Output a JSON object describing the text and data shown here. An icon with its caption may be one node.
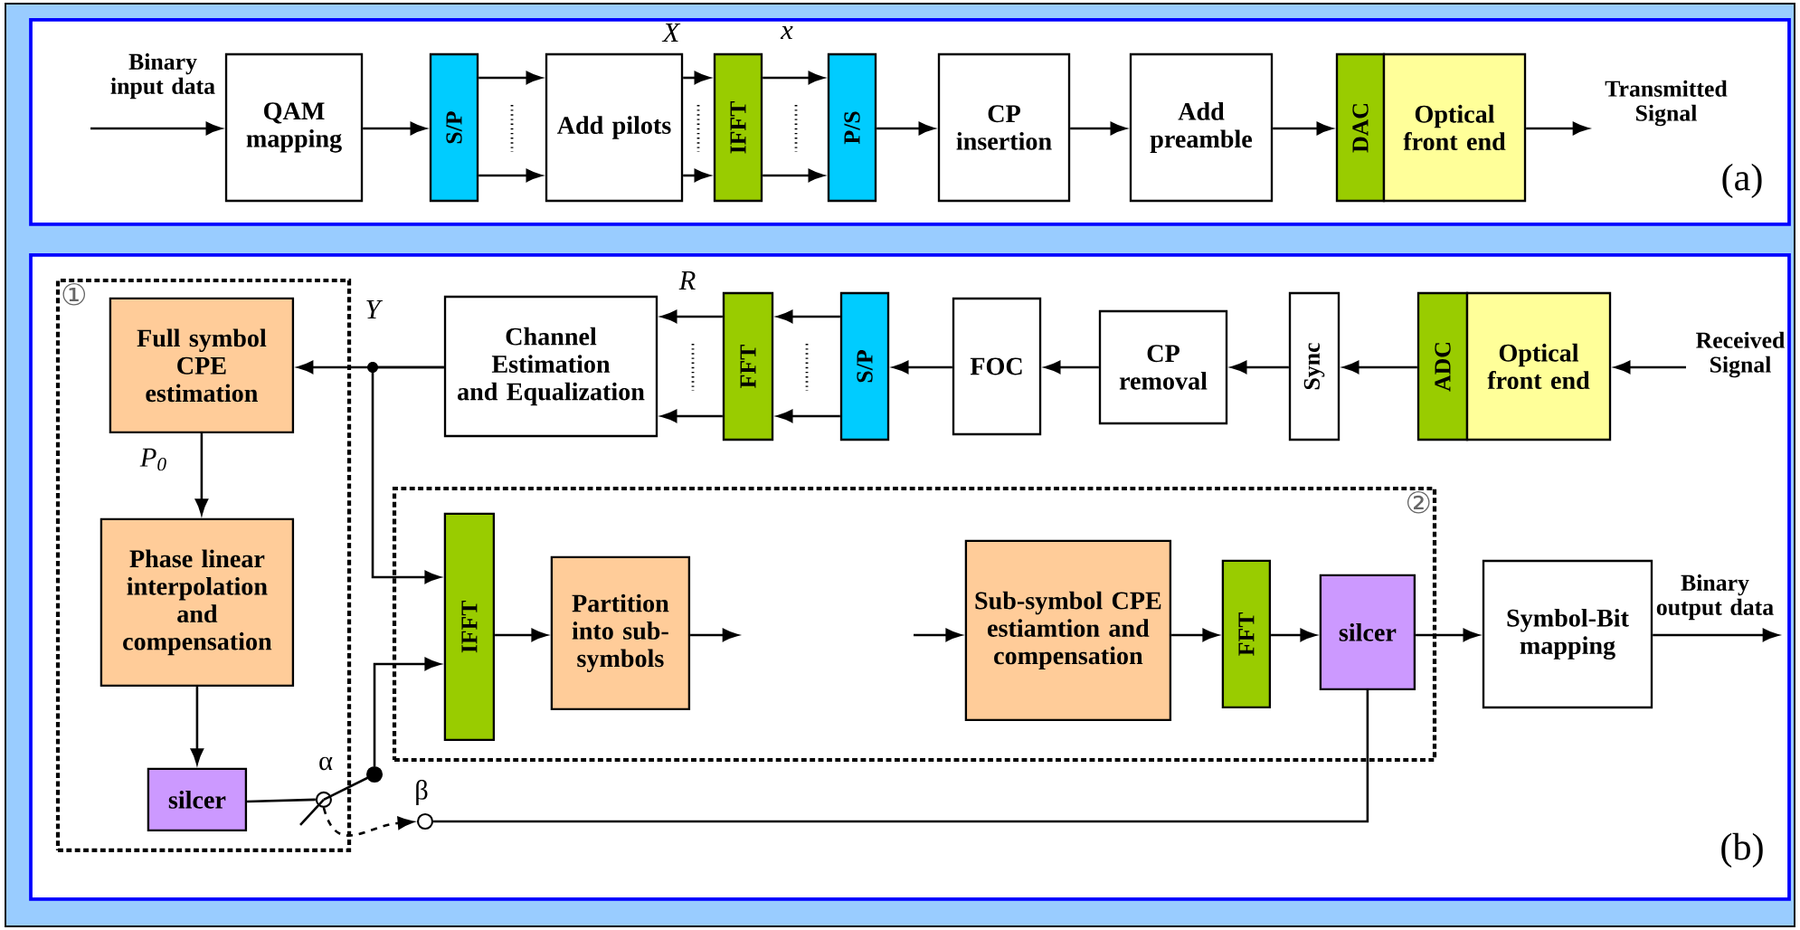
{
  "diagram": {
    "nodes": [
      {
        "text": [
          "QAM mapping"
        ]
      },
      {
        "text": [
          "S/P"
        ]
      },
      {
        "text": [
          "Add pilots"
        ]
      },
      {
        "text": [
          "IFFT"
        ]
      },
      {
        "text": [
          "P/S"
        ]
      },
      {
        "text": [
          "CP insertion"
        ]
      },
      {
        "text": [
          "Add preamble"
        ]
      },
      {
        "text": [
          "DAC"
        ]
      },
      {
        "text": [
          "Optical front end"
        ]
      },
      {
        "text": [
          "①"
        ]
      },
      {
        "text": [
          "Full symbol CPE estimation"
        ],
        "in": 9
      },
      {
        "text": [
          "Phase linear interpolation and compensation"
        ],
        "in": 9
      },
      {
        "text": [
          "silcer"
        ],
        "in": 9
      },
      {
        "text": [
          "Channel Estimation and Equalization"
        ]
      },
      {
        "text": [
          "FFT"
        ]
      },
      {
        "text": [
          "S/P"
        ]
      },
      {
        "text": [
          "FOC"
        ]
      },
      {
        "text": [
          "CP removal"
        ]
      },
      {
        "text": [
          "Sync"
        ]
      },
      {
        "text": [
          "ADC"
        ]
      },
      {
        "text": [
          "Optical front end"
        ]
      },
      {
        "text": [
          "②"
        ]
      },
      {
        "text": [
          "IFFT"
        ],
        "in": 21
      },
      {
        "text": [
          "Partition into sub-symbols"
        ],
        "in": 21
      },
      {
        "text": [
          "Sub-symbol CPE estiamtion and compensation"
        ],
        "in": 21
      },
      {
        "text": [
          "FFT"
        ],
        "in": 21
      },
      {
        "text": [
          "silcer"
        ],
        "in": 21
      },
      {
        "text": [
          "Symbol-Bit mapping"
        ]
      },
      {
        "text": [],
        "shape": "circle",
        "in": 9
      },
      {
        "text": [],
        "shape": "circle"
      },
      {
        "text": [],
        "shape": "circle"
      }
    ],
    "edges": [
      {
        "from": null,
        "to": 0,
        "arrow": "to",
        "label": "Binary input data"
      },
      {
        "from": 0,
        "to": 1,
        "arrow": "to"
      },
      {
        "from": 1,
        "to": 2,
        "arrow": "to"
      },
      {
        "from": 1,
        "to": 2,
        "arrow": "to"
      },
      {
        "from": 2,
        "to": 3,
        "arrow": "to"
      },
      {
        "from": 2,
        "to": 3,
        "arrow": "to"
      },
      {
        "from": 3,
        "to": 4,
        "arrow": "to"
      },
      {
        "from": 3,
        "to": 4,
        "arrow": "to"
      },
      {
        "from": 4,
        "to": 5,
        "arrow": "to"
      },
      {
        "from": 5,
        "to": 6,
        "arrow": "to"
      },
      {
        "from": 6,
        "to": 7,
        "arrow": "to"
      },
      {
        "from": 8,
        "to": null,
        "arrow": "to",
        "label": "Transmitted Signal"
      },
      {
        "from": null,
        "to": 20,
        "arrow": "to",
        "label": "Received Signal"
      },
      {
        "from": 19,
        "to": 18,
        "arrow": "to"
      },
      {
        "from": 18,
        "to": 17,
        "arrow": "to"
      },
      {
        "from": 17,
        "to": 16,
        "arrow": "to"
      },
      {
        "from": 16,
        "to": 15,
        "arrow": "to"
      },
      {
        "from": 15,
        "to": 14,
        "arrow": "to"
      },
      {
        "from": 15,
        "to": 14,
        "arrow": "to"
      },
      {
        "from": 14,
        "to": 13,
        "arrow": "to"
      },
      {
        "from": 14,
        "to": 13,
        "arrow": "to"
      },
      {
        "from": 13,
        "to": 10,
        "arrow": "to"
      },
      {
        "from": 13,
        "to": 22,
        "arrow": "to"
      },
      {
        "from": 10,
        "to": 11,
        "arrow": "to"
      },
      {
        "from": 11,
        "to": 12,
        "arrow": "to"
      },
      {
        "from": 12,
        "to": 28,
        "arrow": "none"
      },
      {
        "from": 29,
        "to": 22,
        "arrow": "to"
      },
      {
        "from": 26,
        "to": 30,
        "arrow": "none"
      },
      {
        "from": 22,
        "to": 23,
        "arrow": "to"
      },
      {
        "from": 23,
        "to": null,
        "arrow": "to"
      },
      {
        "from": null,
        "to": 24,
        "arrow": "to"
      },
      {
        "from": 24,
        "to": 25,
        "arrow": "to"
      },
      {
        "from": 25,
        "to": 26,
        "arrow": "to"
      },
      {
        "from": 26,
        "to": 27,
        "arrow": "to"
      },
      {
        "from": 27,
        "to": null,
        "arrow": "to",
        "label": "Binary output data"
      },
      {
        "from": 28,
        "to": 30,
        "arrow": "to",
        "style": "dashed"
      },
      {
        "from": 28,
        "to": 29,
        "arrow": "none"
      }
    ],
    "labels": [
      "X",
      "x",
      "(a)",
      "R",
      "Y",
      "P$_{0}$",
      "α",
      "β",
      "(b)"
    ]
  }
}
